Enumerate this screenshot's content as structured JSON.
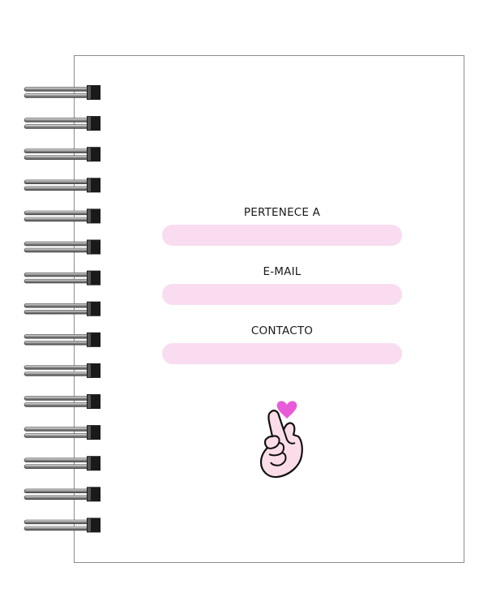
{
  "form": {
    "owner_label": "PERTENECE A",
    "owner_value": "",
    "email_label": "E-MAIL",
    "email_value": "",
    "contact_label": "CONTACTO",
    "contact_value": ""
  },
  "icons": {
    "illustration": "finger-heart-icon",
    "binding": "spiral-binding-icon"
  },
  "colors": {
    "field_fill": "#f9dcf0",
    "heart": "#e95ad8",
    "hand_fill": "#fbdde9",
    "page_border": "#8c8c8c"
  }
}
